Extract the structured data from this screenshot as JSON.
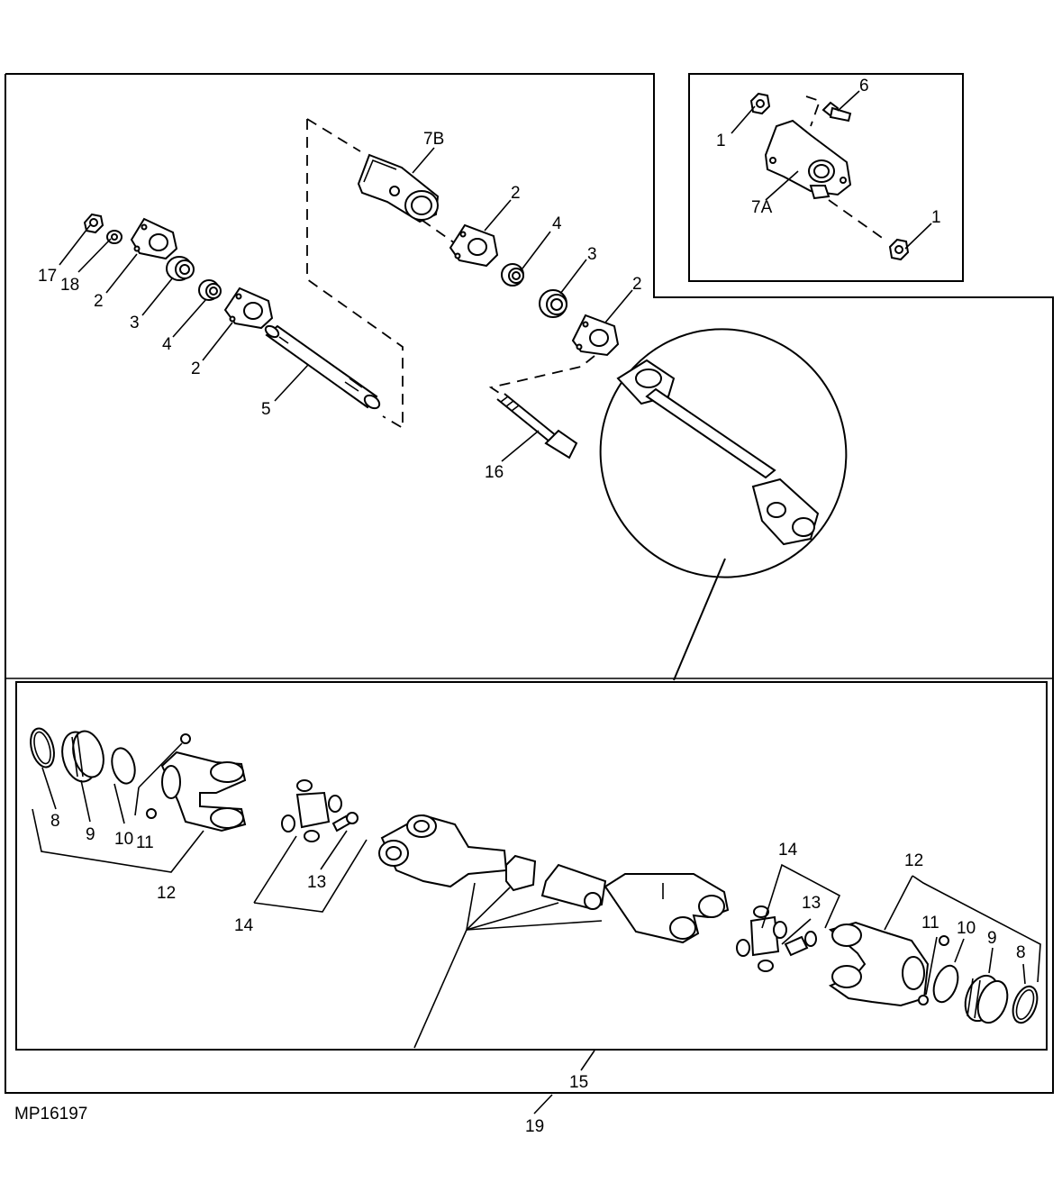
{
  "figure_id": "MP16197",
  "labels": {
    "l17": "17",
    "l18": "18",
    "l2a": "2",
    "l3a": "3",
    "l4a": "4",
    "l2b": "2",
    "l5": "5",
    "l7b": "7B",
    "l2c": "2",
    "l4b": "4",
    "l3b": "3",
    "l2d": "2",
    "l16": "16",
    "l1a": "1",
    "l6": "6",
    "l7a": "7A",
    "l1b": "1",
    "l8a": "8",
    "l9a": "9",
    "l10a": "10",
    "l11a": "11",
    "l12a": "12",
    "l13a": "13",
    "l14a": "14",
    "l14b": "14",
    "l13b": "13",
    "l12b": "12",
    "l11b": "11",
    "l10b": "10",
    "l9b": "9",
    "l8b": "8",
    "l15": "15",
    "l19": "19"
  }
}
